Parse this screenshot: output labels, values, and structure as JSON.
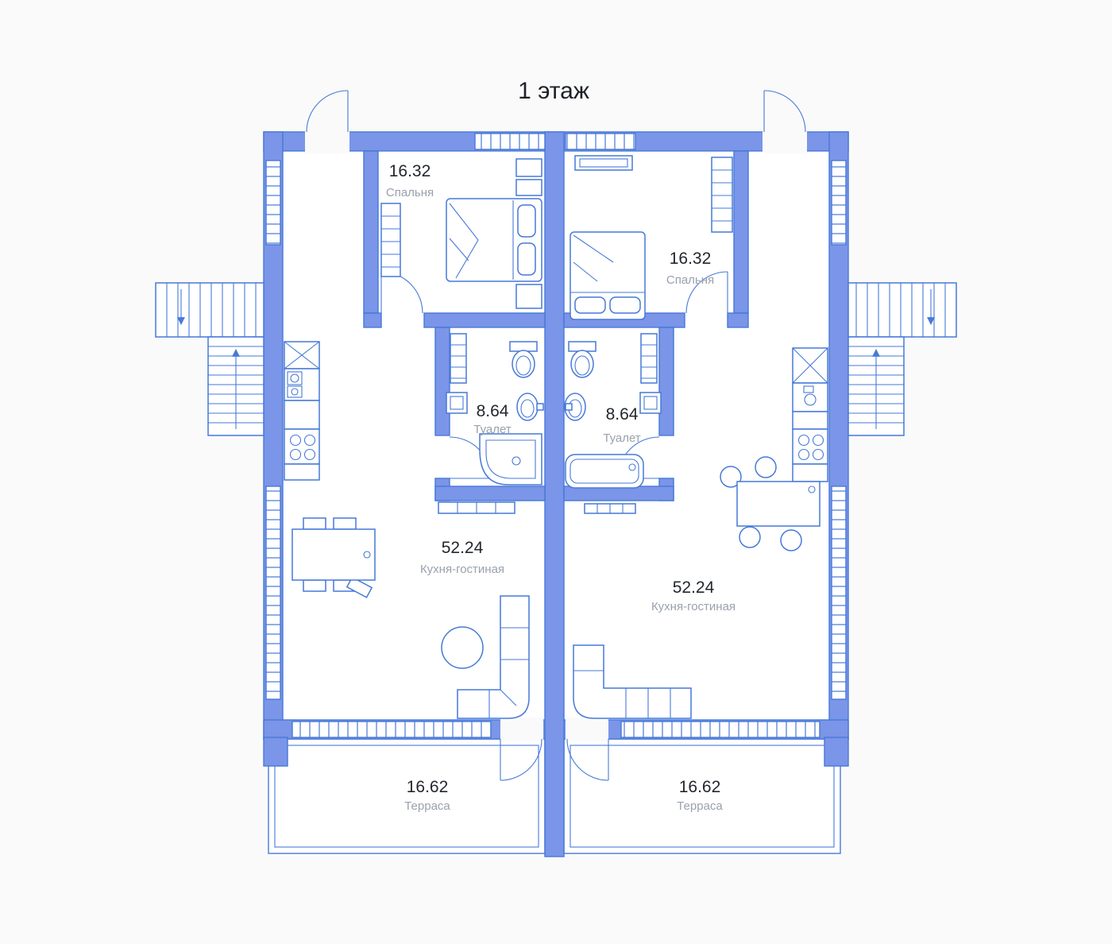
{
  "page": {
    "title": "1 этаж"
  },
  "rooms": {
    "bedroom_left": {
      "area": "16.32",
      "label": "Спальня"
    },
    "bedroom_right": {
      "area": "16.32",
      "label": "Спальня"
    },
    "toilet_left": {
      "area": "8.64",
      "label": "Туалет"
    },
    "toilet_right": {
      "area": "8.64",
      "label": "Туалет"
    },
    "living_left": {
      "area": "52.24",
      "label": "Кухня-гостиная"
    },
    "living_right": {
      "area": "52.24",
      "label": "Кухня-гостиная"
    },
    "terrace_left": {
      "area": "16.62",
      "label": "Терраса"
    },
    "terrace_right": {
      "area": "16.62",
      "label": "Терраса"
    }
  },
  "colors": {
    "wall_fill": "#7b95e8",
    "line": "#4679d8",
    "area_text": "#23272e",
    "room_text": "#99a1ad",
    "bg": "#fafafa"
  }
}
